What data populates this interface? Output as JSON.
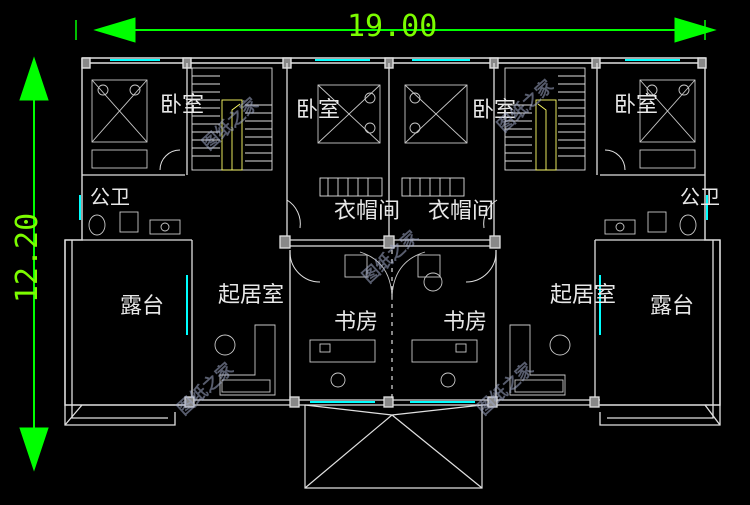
{
  "dimensions": {
    "width_label": "19.00",
    "height_label": "12.20"
  },
  "rooms": {
    "bedroom_1": "卧室",
    "bedroom_2": "卧室",
    "bedroom_3": "卧室",
    "bedroom_4": "卧室",
    "bath_left": "公卫",
    "bath_right": "公卫",
    "closet_left": "衣帽间",
    "closet_right": "衣帽间",
    "terrace_left": "露台",
    "terrace_right": "露台",
    "living_left": "起居室",
    "living_right": "起居室",
    "study_left": "书房",
    "study_right": "书房"
  },
  "watermark": "图纸之家",
  "colors": {
    "background": "#000000",
    "wall": "#e0e0e0",
    "dimension": "#00ff00",
    "window": "#00ffff",
    "furniture": "#c8c8c8",
    "stair": "#ffff66"
  }
}
